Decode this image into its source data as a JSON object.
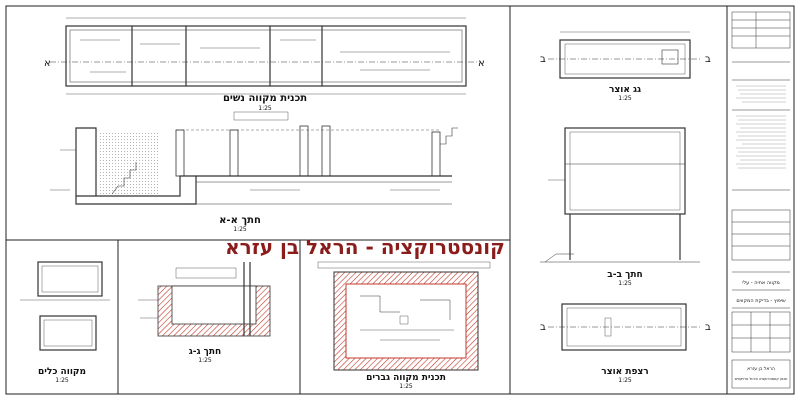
{
  "banner": "קונסטרוקציה - הראל בן עזרא",
  "accent_color": "#8b1c1c",
  "hatch_color": "#c0392b",
  "views": {
    "top_plan": {
      "title": "תכנית מקווה נשים",
      "scale": "1:25"
    },
    "section_aa": {
      "title": "חתך א-א",
      "scale": "1:25"
    },
    "view_gg": {
      "title": "גג אוצר",
      "scale": "1:25"
    },
    "section_bb": {
      "title": "חתך ב-ב",
      "scale": "1:25"
    },
    "floor_otsar": {
      "title": "רצפת אוצר",
      "scale": "1:25"
    },
    "vessels_pool": {
      "title": "מקווה כלים",
      "scale": "1:25"
    },
    "section_gg": {
      "title": "חתך ג-ג",
      "scale": "1:25"
    },
    "men_pool_plan": {
      "title": "תכנית מקווה גברים",
      "scale": "1:25"
    }
  },
  "section_markers": {
    "a": "א",
    "b": "ב"
  },
  "title_block": {
    "project": "מקווה אחיה - עלי",
    "drawing": "שיפוץ - בדיקת המקווים",
    "designer": "הראל בן עזרא",
    "firm": "תכנון קונסטרוקציה וניהול פרויקטים"
  }
}
